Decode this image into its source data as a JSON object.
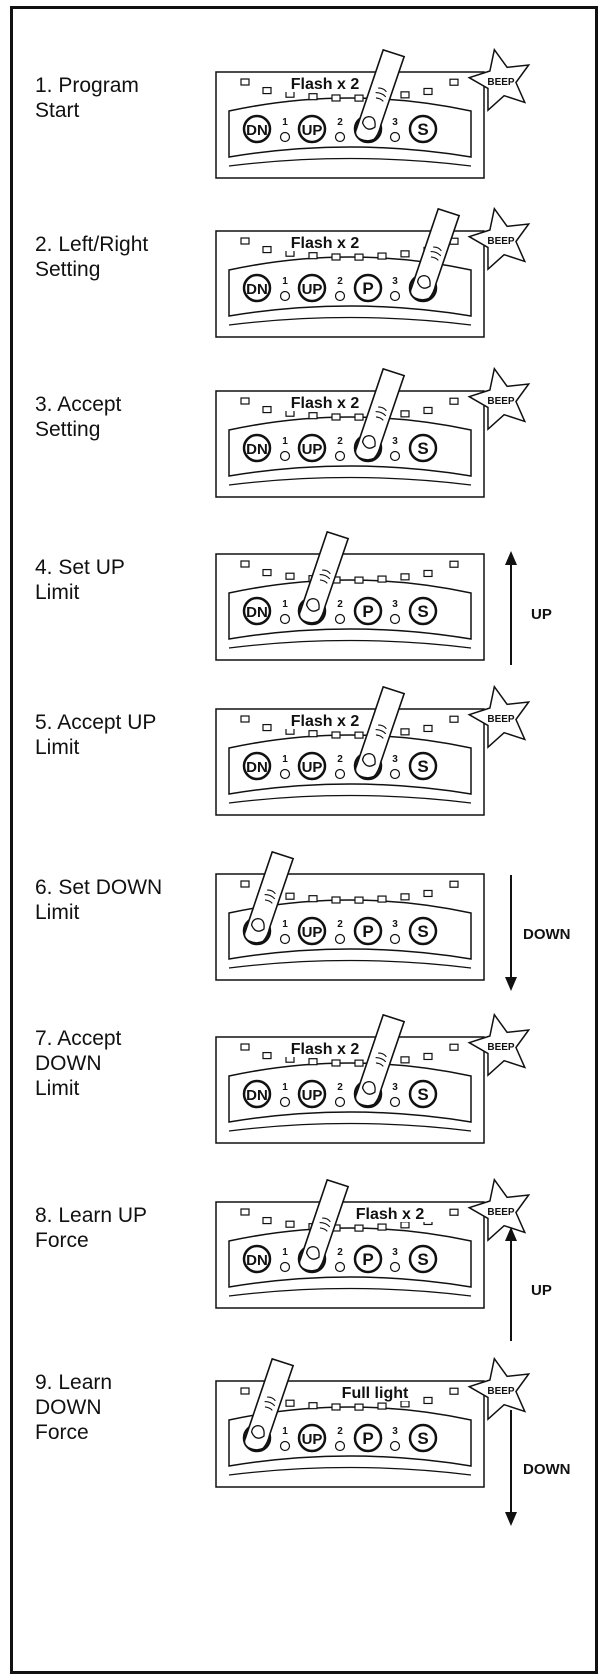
{
  "steps": [
    {
      "label_lines": [
        "1. Program",
        "Start"
      ],
      "banner": "Flash x 2",
      "press": "P",
      "beep": true,
      "arrow": null
    },
    {
      "label_lines": [
        "2. Left/Right",
        "Setting"
      ],
      "banner": "Flash x 2",
      "press": "S",
      "beep": true,
      "arrow": null
    },
    {
      "label_lines": [
        "3. Accept",
        "Setting"
      ],
      "banner": "Flash x 2",
      "press": "P",
      "beep": true,
      "arrow": null
    },
    {
      "label_lines": [
        "4. Set UP",
        "Limit"
      ],
      "banner": "",
      "press": "UP",
      "beep": false,
      "arrow": {
        "direction": "up",
        "label": "UP"
      }
    },
    {
      "label_lines": [
        "5. Accept UP",
        "Limit"
      ],
      "banner": "Flash x 2",
      "press": "P",
      "beep": true,
      "arrow": null
    },
    {
      "label_lines": [
        "6. Set DOWN",
        "Limit"
      ],
      "banner": "",
      "press": "DN",
      "beep": false,
      "arrow": {
        "direction": "down",
        "label": "DOWN"
      }
    },
    {
      "label_lines": [
        "7. Accept",
        "DOWN",
        "Limit"
      ],
      "banner": "Flash x 2",
      "press": "P",
      "beep": true,
      "arrow": null
    },
    {
      "label_lines": [
        "8. Learn UP",
        "Force"
      ],
      "banner": "Flash x 2",
      "press": "UP",
      "beep": true,
      "arrow": {
        "direction": "up",
        "label": "UP"
      }
    },
    {
      "label_lines": [
        "9. Learn",
        "DOWN",
        "Force"
      ],
      "banner": "Full light",
      "press": "DN",
      "beep": true,
      "arrow": {
        "direction": "down",
        "label": "DOWN"
      }
    }
  ],
  "buttons": [
    "DN",
    "UP",
    "P",
    "S"
  ],
  "indicators": [
    "1",
    "2",
    "3"
  ],
  "beep_text": "BEEP",
  "ink_color": "#111111"
}
